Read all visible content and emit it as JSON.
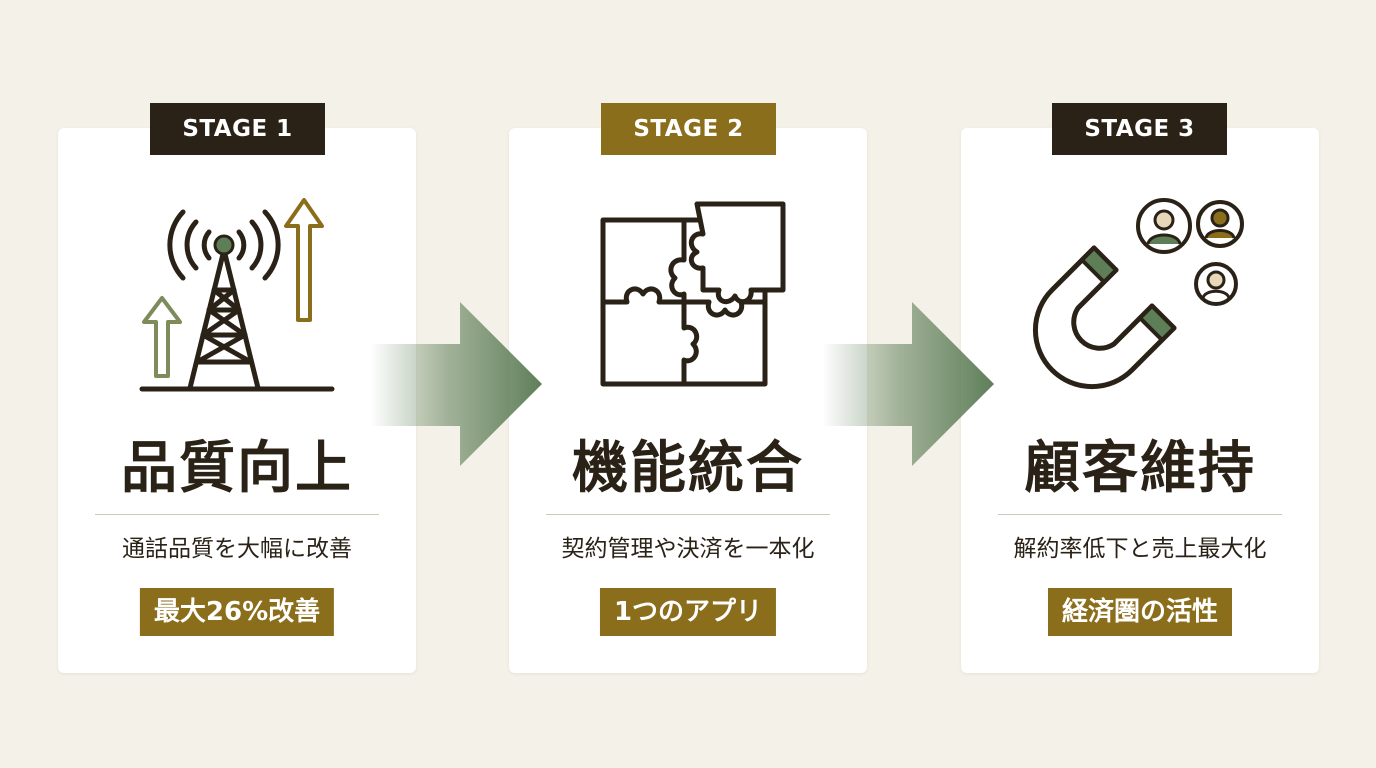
{
  "stages": [
    {
      "badge": "STAGE 1",
      "title": "品質向上",
      "description": "通話品質を大幅に改善",
      "highlight": "最大26%改善",
      "icon": "signal-tower-icon"
    },
    {
      "badge": "STAGE 2",
      "title": "機能統合",
      "description": "契約管理や決済を一本化",
      "highlight": "1つのアプリ",
      "icon": "puzzle-icon"
    },
    {
      "badge": "STAGE 3",
      "title": "顧客維持",
      "description": "解約率低下と売上最大化",
      "highlight": "経済圏の活性",
      "icon": "magnet-customers-icon"
    }
  ],
  "colors": {
    "background": "#f4f1e8",
    "dark": "#2a2217",
    "gold": "#8b6e1c",
    "green": "#5e7e58",
    "olive": "#7d8c5a"
  }
}
